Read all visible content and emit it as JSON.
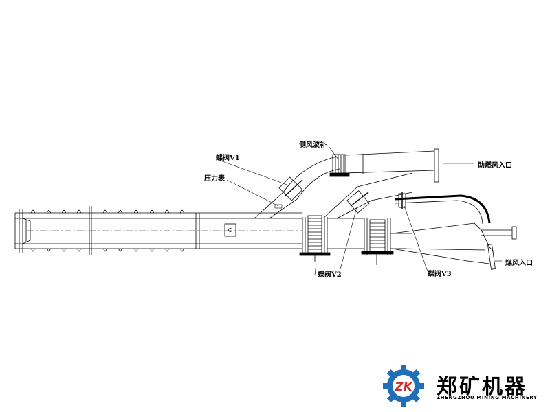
{
  "labels": {
    "side_air_compensator": "侧风波补",
    "butterfly_valve_v1": "蝶阀V1",
    "pressure_gauge": "压力表",
    "assist_air_inlet": "助燃风入口",
    "butterfly_valve_v2": "蝶阀V2",
    "butterfly_valve_v3": "蝶阀V3",
    "coal_air_inlet": "煤风入口"
  },
  "logo": {
    "mark_text": "ZK",
    "company_cn": "郑矿机器",
    "company_en": "ZHENGZHOU MINING MACHINERY",
    "colors": {
      "blue": "#1f6fb8",
      "red": "#d42a2a",
      "text": "#000000"
    }
  },
  "line_color": "#000000"
}
